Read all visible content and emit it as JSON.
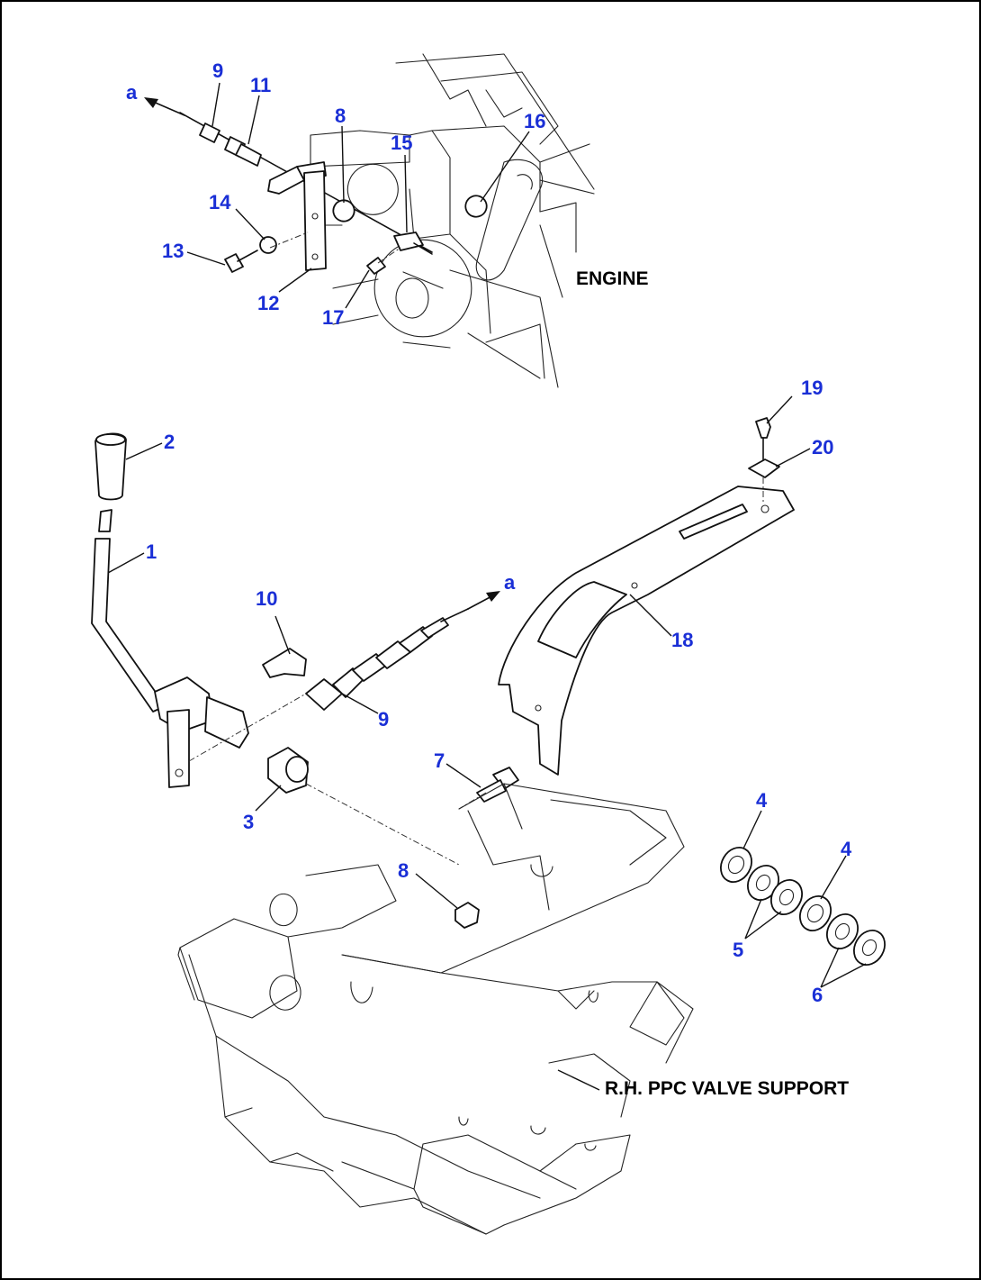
{
  "captions": {
    "engine": "ENGINE",
    "support": "R.H. PPC VALVE SUPPORT"
  },
  "callouts": {
    "a_top": "a",
    "a_mid": "a",
    "n9_top": "9",
    "n11": "11",
    "n8_top": "8",
    "n15": "15",
    "n16": "16",
    "n14": "14",
    "n13": "13",
    "n12": "12",
    "n17": "17",
    "n19": "19",
    "n20": "20",
    "n2": "2",
    "n1": "1",
    "n10": "10",
    "n18": "18",
    "n9_mid": "9",
    "n3": "3",
    "n7": "7",
    "n8_low": "8",
    "n4_left": "4",
    "n4_right": "4",
    "n5": "5",
    "n6": "6"
  },
  "colors": {
    "callout": "#1a2fd6",
    "line": "#111111"
  }
}
